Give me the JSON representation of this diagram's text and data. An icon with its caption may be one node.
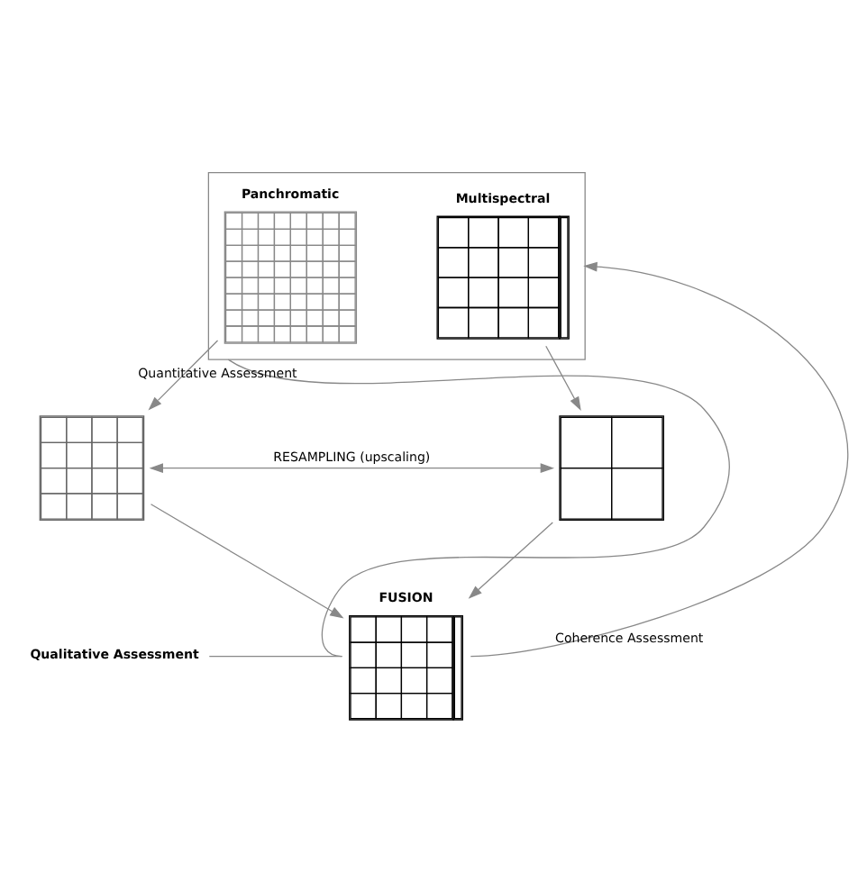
{
  "diagram": {
    "nodes": [
      {
        "text": [],
        "shape": "box"
      },
      {
        "text": [
          "Panchromatic"
        ],
        "in": 0
      },
      {
        "text": [
          "Multispectral"
        ],
        "in": 0
      },
      {
        "text": [],
        "shape": "box"
      },
      {
        "text": [],
        "shape": "box"
      },
      {
        "text": [
          "FUSION"
        ]
      },
      {
        "text": [
          "Qualitative Assessment"
        ]
      }
    ],
    "edges": [
      {
        "from": 1,
        "to": 3,
        "arrow": "to"
      },
      {
        "from": 2,
        "to": 4,
        "arrow": "to"
      },
      {
        "from": 3,
        "to": 4,
        "arrow": "both",
        "label": "RESAMPLING (upscaling)"
      },
      {
        "from": 3,
        "to": 5,
        "arrow": "to"
      },
      {
        "from": 4,
        "to": 5,
        "arrow": "to"
      },
      {
        "from": 5,
        "to": 0,
        "arrow": "none",
        "label": "Quantitative Assessment"
      },
      {
        "from": 5,
        "to": 0,
        "arrow": "to",
        "label": "Coherence Assessment"
      },
      {
        "from": 6,
        "to": 5,
        "arrow": "none"
      }
    ]
  }
}
